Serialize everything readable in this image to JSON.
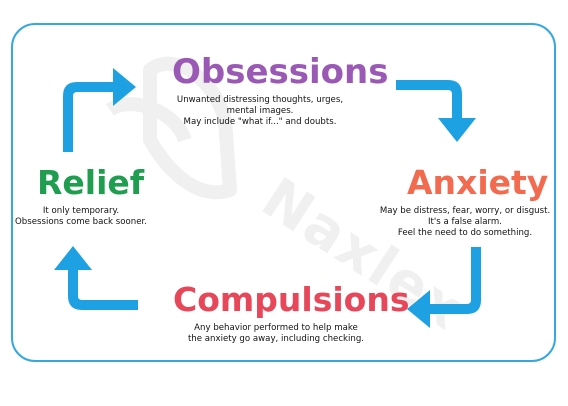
{
  "colors": {
    "frame": "#35a8e0",
    "arrow": "#1da1e2",
    "obsessions": "#9b59b6",
    "anxiety": "#f26b4f",
    "relief": "#1f9e50",
    "compulsions": "#e8475a",
    "watermark": "#f0f0f0"
  },
  "watermark": {
    "text": "Naxlex",
    "icon": "naxlex-logo-icon"
  },
  "stages": {
    "obsessions": {
      "title": "Obsessions",
      "lines": [
        "Unwanted distressing thoughts, urges,",
        "mental images.",
        "May include \"what if...\" and doubts."
      ]
    },
    "anxiety": {
      "title": "Anxiety",
      "lines": [
        "May be distress, fear, worry, or disgust.",
        "It's a false alarm.",
        "Feel the need to do something."
      ]
    },
    "compulsions": {
      "title": "Compulsions",
      "lines": [
        "Any behavior performed to help make",
        "the anxiety go away, including checking."
      ]
    },
    "relief": {
      "title": "Relief",
      "lines": [
        "It only temporary.",
        "Obsessions come back sooner."
      ]
    }
  },
  "arrows": [
    {
      "name": "arrow-obsessions-to-anxiety",
      "icon": "curved-arrow-icon"
    },
    {
      "name": "arrow-anxiety-to-compulsions",
      "icon": "curved-arrow-icon"
    },
    {
      "name": "arrow-compulsions-to-relief",
      "icon": "curved-arrow-icon"
    },
    {
      "name": "arrow-relief-to-obsessions",
      "icon": "curved-arrow-icon"
    }
  ]
}
